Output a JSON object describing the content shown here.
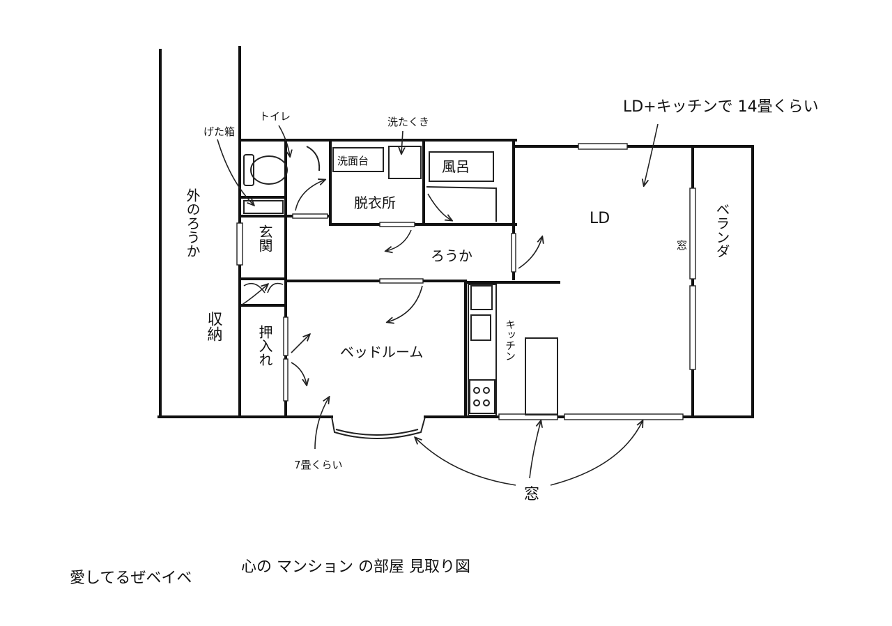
{
  "labels": {
    "toilet": "トイレ",
    "shoe_box": "げた箱",
    "washing_machine": "洗たくき",
    "wash_basin": "洗面台",
    "bath": "風呂",
    "dressing_room": "脱衣所",
    "ld_kitchen_size": "LD+キッチンで 14畳くらい",
    "ld": "LD",
    "window_right": "窓",
    "veranda": "ベランダ",
    "outside_corridor": "外のろうか",
    "entrance": "玄関",
    "corridor": "ろうか",
    "storage": "収納",
    "closet": "押入れ",
    "bedroom": "ベッドルーム",
    "kitchen": "キッチン",
    "bedroom_size": "7畳くらい",
    "windows_bottom": "窓"
  },
  "footer": {
    "left": "愛してるぜベイベ",
    "right": "心の マンション の部屋  見取り図"
  }
}
